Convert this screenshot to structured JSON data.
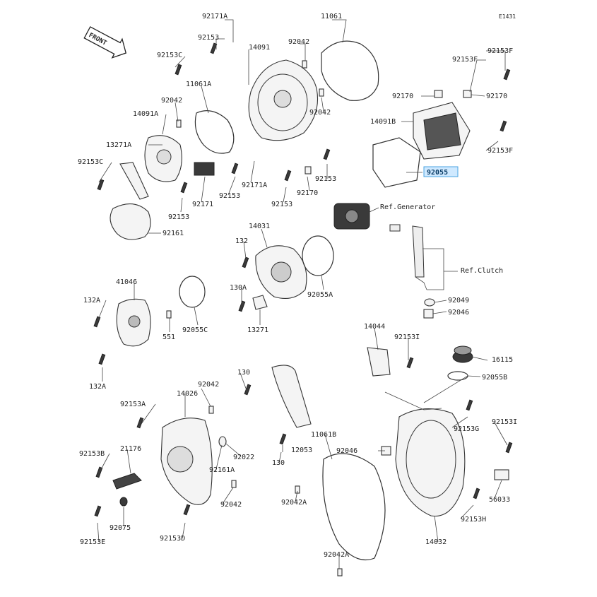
{
  "diagram_code": "E1431",
  "front_label": "FRONT",
  "highlighted_part": "92055",
  "labels": [
    {
      "id": "92171A-top",
      "text": "92171A"
    },
    {
      "id": "11061-top",
      "text": "11061"
    },
    {
      "id": "92153-top",
      "text": "92153"
    },
    {
      "id": "14091",
      "text": "14091"
    },
    {
      "id": "92042-top",
      "text": "92042"
    },
    {
      "id": "92153C-top",
      "text": "92153C"
    },
    {
      "id": "92153F-a",
      "text": "92153F"
    },
    {
      "id": "92153F-b",
      "text": "92153F"
    },
    {
      "id": "11061A",
      "text": "11061A"
    },
    {
      "id": "92170-a",
      "text": "92170"
    },
    {
      "id": "92170-b",
      "text": "92170"
    },
    {
      "id": "92042-b",
      "text": "92042"
    },
    {
      "id": "92042-c",
      "text": "92042"
    },
    {
      "id": "14091A",
      "text": "14091A"
    },
    {
      "id": "14091B",
      "text": "14091B"
    },
    {
      "id": "13271A",
      "text": "13271A"
    },
    {
      "id": "92153F-c",
      "text": "92153F"
    },
    {
      "id": "92153C-b",
      "text": "92153C"
    },
    {
      "id": "92055",
      "text": "92055"
    },
    {
      "id": "92153-b",
      "text": "92153"
    },
    {
      "id": "92171A-b",
      "text": "92171A"
    },
    {
      "id": "92171",
      "text": "92171"
    },
    {
      "id": "92153-c",
      "text": "92153"
    },
    {
      "id": "92170-c",
      "text": "92170"
    },
    {
      "id": "92153-d",
      "text": "92153"
    },
    {
      "id": "92153-e",
      "text": "92153"
    },
    {
      "id": "ref-generator",
      "text": "Ref.Generator"
    },
    {
      "id": "92161",
      "text": "92161"
    },
    {
      "id": "14031",
      "text": "14031"
    },
    {
      "id": "132",
      "text": "132"
    },
    {
      "id": "ref-clutch",
      "text": "Ref.Clutch"
    },
    {
      "id": "41046",
      "text": "41046"
    },
    {
      "id": "130A",
      "text": "130A"
    },
    {
      "id": "92055A",
      "text": "92055A"
    },
    {
      "id": "92049",
      "text": "92049"
    },
    {
      "id": "132A-a",
      "text": "132A"
    },
    {
      "id": "92046-a",
      "text": "92046"
    },
    {
      "id": "551",
      "text": "551"
    },
    {
      "id": "92055C",
      "text": "92055C"
    },
    {
      "id": "13271",
      "text": "13271"
    },
    {
      "id": "14044",
      "text": "14044"
    },
    {
      "id": "92153I-a",
      "text": "92153I"
    },
    {
      "id": "16115",
      "text": "16115"
    },
    {
      "id": "132A-b",
      "text": "132A"
    },
    {
      "id": "92055B",
      "text": "92055B"
    },
    {
      "id": "130-a",
      "text": "130"
    },
    {
      "id": "92042-d",
      "text": "92042"
    },
    {
      "id": "14026",
      "text": "14026"
    },
    {
      "id": "92153A",
      "text": "92153A"
    },
    {
      "id": "92153G",
      "text": "92153G"
    },
    {
      "id": "92153I-b",
      "text": "92153I"
    },
    {
      "id": "11061B",
      "text": "11061B"
    },
    {
      "id": "21176",
      "text": "21176"
    },
    {
      "id": "92153B",
      "text": "92153B"
    },
    {
      "id": "92022",
      "text": "92022"
    },
    {
      "id": "12053",
      "text": "12053"
    },
    {
      "id": "92046-b",
      "text": "92046"
    },
    {
      "id": "130-b",
      "text": "130"
    },
    {
      "id": "92161A",
      "text": "92161A"
    },
    {
      "id": "92042A-a",
      "text": "92042A"
    },
    {
      "id": "56033",
      "text": "56033"
    },
    {
      "id": "92042-e",
      "text": "92042"
    },
    {
      "id": "92153H",
      "text": "92153H"
    },
    {
      "id": "92075",
      "text": "92075"
    },
    {
      "id": "92153E",
      "text": "92153E"
    },
    {
      "id": "92153D",
      "text": "92153D"
    },
    {
      "id": "14032",
      "text": "14032"
    },
    {
      "id": "92042A-b",
      "text": "92042A"
    }
  ]
}
